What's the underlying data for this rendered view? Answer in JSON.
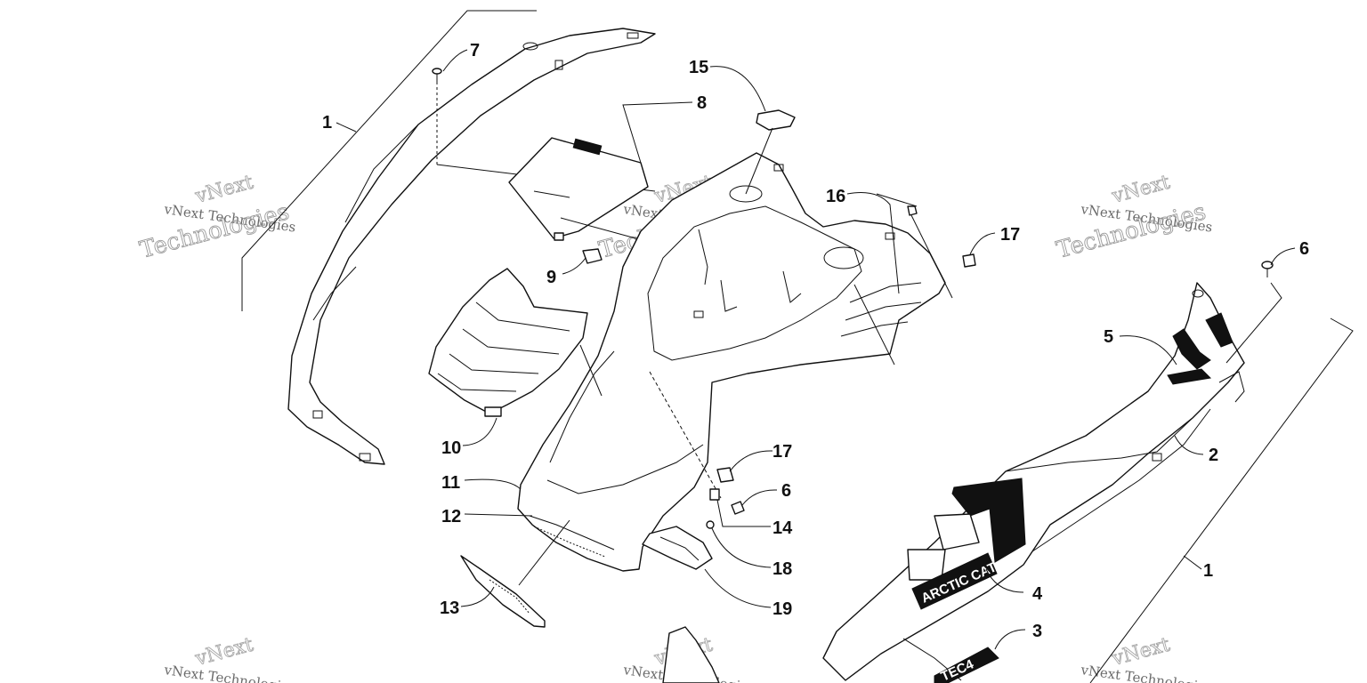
{
  "watermark": {
    "line1": "vNext Technologies",
    "line2": "Technologies",
    "ghost": "vNext"
  },
  "callouts": [
    {
      "id": "c1a",
      "label": "1"
    },
    {
      "id": "c1b",
      "label": "1"
    },
    {
      "id": "c2",
      "label": "2"
    },
    {
      "id": "c3",
      "label": "3"
    },
    {
      "id": "c4",
      "label": "4"
    },
    {
      "id": "c5",
      "label": "5"
    },
    {
      "id": "c6a",
      "label": "6"
    },
    {
      "id": "c6b",
      "label": "6"
    },
    {
      "id": "c7",
      "label": "7"
    },
    {
      "id": "c8",
      "label": "8"
    },
    {
      "id": "c9",
      "label": "9"
    },
    {
      "id": "c10",
      "label": "10"
    },
    {
      "id": "c11",
      "label": "11"
    },
    {
      "id": "c12",
      "label": "12"
    },
    {
      "id": "c13",
      "label": "13"
    },
    {
      "id": "c14",
      "label": "14"
    },
    {
      "id": "c15",
      "label": "15"
    },
    {
      "id": "c16",
      "label": "16"
    },
    {
      "id": "c17a",
      "label": "17"
    },
    {
      "id": "c17b",
      "label": "17"
    },
    {
      "id": "c18",
      "label": "18"
    },
    {
      "id": "c19",
      "label": "19"
    }
  ],
  "decals": {
    "brand": "ARCTIC CAT",
    "model": "TEC4"
  }
}
